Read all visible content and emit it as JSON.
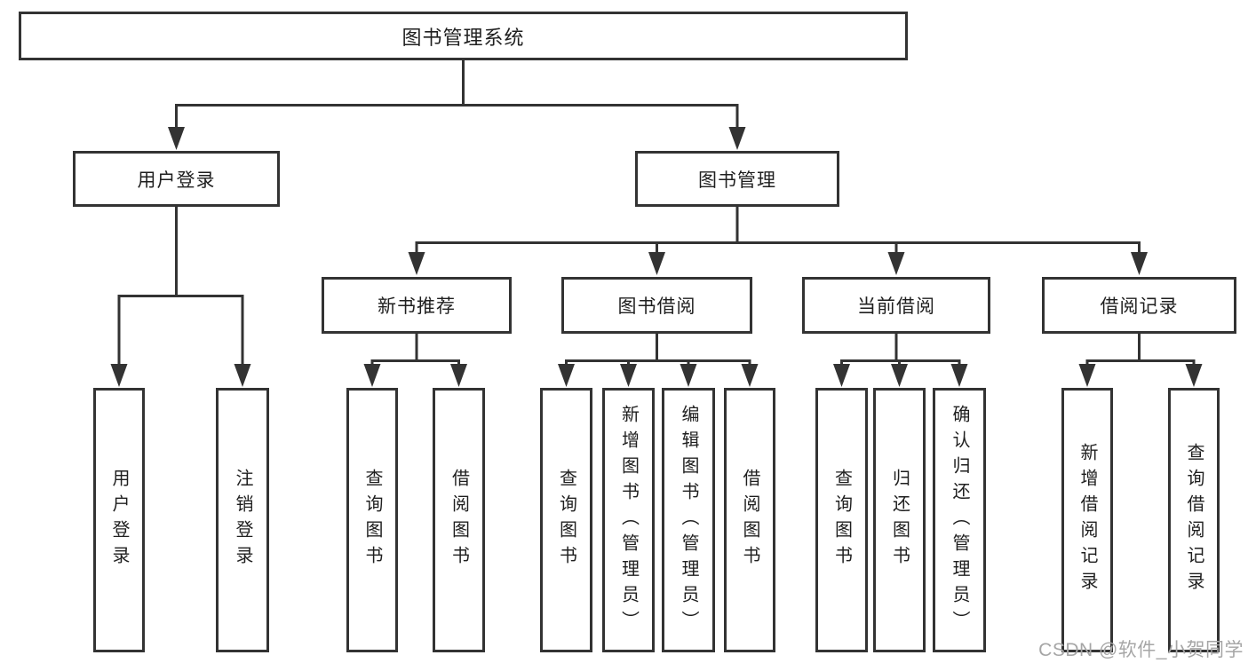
{
  "tree": {
    "root": {
      "label": "图书管理系统"
    },
    "branches": [
      {
        "label": "用户登录",
        "children": [
          {
            "label": "用户登录"
          },
          {
            "label": "注销登录"
          }
        ]
      },
      {
        "label": "图书管理",
        "children": [
          {
            "label": "新书推荐",
            "children": [
              {
                "label": "查询图书"
              },
              {
                "label": "借阅图书"
              }
            ]
          },
          {
            "label": "图书借阅",
            "children": [
              {
                "label": "查询图书"
              },
              {
                "label": "新增图书（管理员）"
              },
              {
                "label": "编辑图书（管理员）"
              },
              {
                "label": "借阅图书"
              }
            ]
          },
          {
            "label": "当前借阅",
            "children": [
              {
                "label": "查询图书"
              },
              {
                "label": "归还图书"
              },
              {
                "label": "确认归还（管理员）"
              }
            ]
          },
          {
            "label": "借阅记录",
            "children": [
              {
                "label": "新增借阅记录"
              },
              {
                "label": "查询借阅记录"
              }
            ]
          }
        ]
      }
    ]
  },
  "watermark": {
    "text": "CSDN @软件_小贺同学"
  },
  "colors": {
    "line": "#333333",
    "text": "#1f1f1f",
    "watermark": "#a6a6a6",
    "background": "#ffffff"
  }
}
